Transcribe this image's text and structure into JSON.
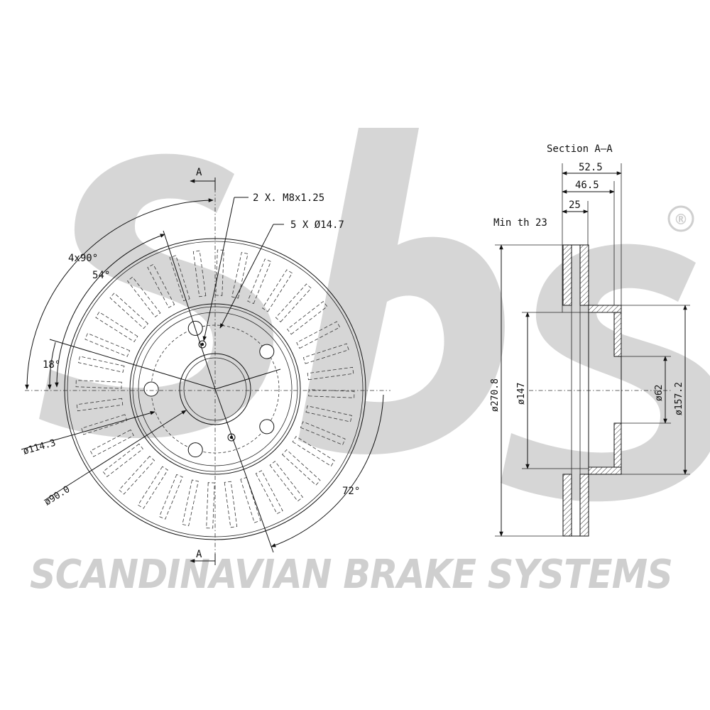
{
  "brand": {
    "logo_text": "sbs",
    "registered_mark": "®",
    "watermark_tagline": "SCANDINAVIAN BRAKE SYSTEMS",
    "watermark_color": "#cfcfcf"
  },
  "front_view": {
    "section_marker_top": "A",
    "section_marker_bottom": "A",
    "callout_threads": "2 X. M8x1.25",
    "callout_holes": "5 X Ø14.7",
    "angle_4x90": "4x90°",
    "angle_54": "54°",
    "angle_18": "18°",
    "angle_72": "72°",
    "pcd_diameter": "ø114.3",
    "hub_diameter": "ø90.0"
  },
  "section_view": {
    "title": "Section A–A",
    "width_total": "52.5",
    "width_hat": "46.5",
    "width_disc": "25",
    "min_thickness": "Min th 23",
    "outer_diameter": "ø270.8",
    "inner_diameter": "ø147",
    "center_bore": "ø62",
    "hat_diameter": "ø157.2"
  }
}
